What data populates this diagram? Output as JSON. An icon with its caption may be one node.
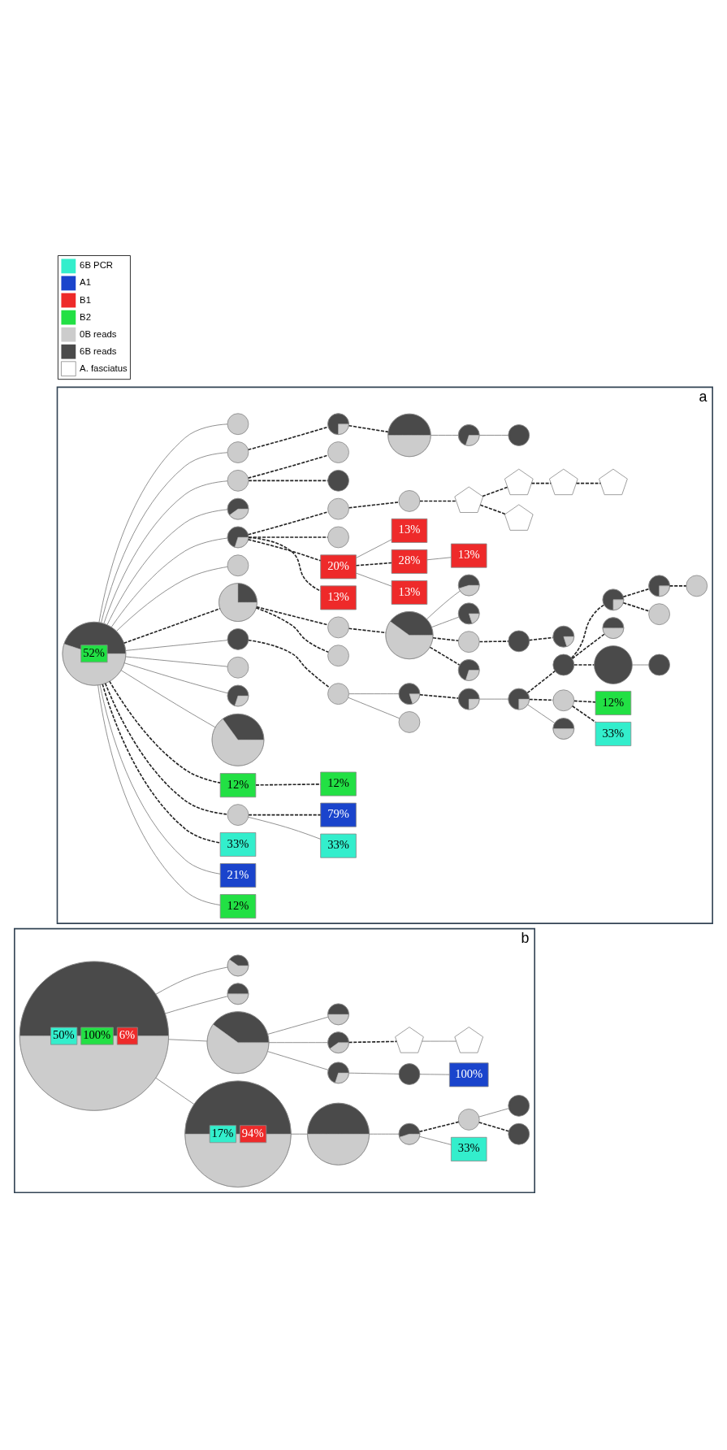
{
  "diagram": {
    "nodes": [
      {
        "text": [
          "a"
        ]
      },
      {
        "text": [
          "b"
        ]
      },
      {
        "text": [],
        "shape": "circle",
        "in": 0
      },
      {
        "text": [
          "52%"
        ],
        "in": 2
      },
      {
        "text": [
          "12%"
        ],
        "in": 0
      },
      {
        "text": [
          "21%"
        ],
        "in": 0
      },
      {
        "text": [
          "33%"
        ],
        "in": 0
      },
      {
        "text": [],
        "shape": "circle",
        "in": 0
      },
      {
        "text": [
          "33%"
        ],
        "in": 0
      },
      {
        "text": [
          "79%"
        ],
        "in": 0
      },
      {
        "text": [
          "12%"
        ],
        "in": 0
      },
      {
        "text": [
          "12%"
        ],
        "in": 0
      },
      {
        "text": [],
        "shape": "circle",
        "in": 0
      },
      {
        "text": [],
        "shape": "circle",
        "in": 0
      },
      {
        "text": [],
        "shape": "circle",
        "in": 0
      },
      {
        "text": [],
        "shape": "circle",
        "in": 0
      },
      {
        "text": [],
        "shape": "circle",
        "in": 0
      },
      {
        "text": [],
        "shape": "circle",
        "in": 0
      },
      {
        "text": [],
        "shape": "circle",
        "in": 0
      },
      {
        "text": [],
        "shape": "circle",
        "in": 0
      },
      {
        "text": [],
        "shape": "circle",
        "in": 0
      },
      {
        "text": [],
        "shape": "circle",
        "in": 0
      },
      {
        "text": [],
        "shape": "circle",
        "in": 0
      },
      {
        "text": [
          "33%"
        ],
        "in": 0
      },
      {
        "text": [
          "12%"
        ],
        "in": 0
      },
      {
        "text": [],
        "shape": "circle",
        "in": 0
      },
      {
        "text": [],
        "shape": "circle",
        "in": 0
      },
      {
        "text": [],
        "shape": "circle",
        "in": 0
      },
      {
        "text": [],
        "shape": "circle",
        "in": 0
      },
      {
        "text": [],
        "shape": "circle",
        "in": 0
      },
      {
        "text": [],
        "shape": "circle",
        "in": 0
      },
      {
        "text": [],
        "shape": "circle",
        "in": 0
      },
      {
        "text": [],
        "shape": "circle",
        "in": 0
      },
      {
        "text": [],
        "shape": "circle",
        "in": 0
      },
      {
        "text": [],
        "shape": "circle",
        "in": 0
      },
      {
        "text": [],
        "shape": "circle",
        "in": 0
      },
      {
        "text": [],
        "shape": "circle",
        "in": 0
      },
      {
        "text": [],
        "shape": "circle",
        "in": 0
      },
      {
        "text": [],
        "shape": "circle",
        "in": 0
      },
      {
        "text": [],
        "shape": "circle",
        "in": 0
      },
      {
        "text": [],
        "shape": "circle",
        "in": 0
      },
      {
        "text": [],
        "shape": "circle",
        "in": 0
      },
      {
        "text": [],
        "shape": "circle",
        "in": 0
      },
      {
        "text": [],
        "shape": "circle",
        "in": 0
      },
      {
        "text": [],
        "shape": "circle",
        "in": 0
      },
      {
        "text": [
          "13%"
        ],
        "in": 0
      },
      {
        "text": [
          "20%"
        ],
        "in": 0
      },
      {
        "text": [
          "13%"
        ],
        "in": 0
      },
      {
        "text": [
          "28%"
        ],
        "in": 0
      },
      {
        "text": [
          "13%"
        ],
        "in": 0
      },
      {
        "text": [
          "13%"
        ],
        "in": 0
      },
      {
        "text": [],
        "shape": "circle",
        "in": 0
      },
      {
        "text": [],
        "shape": "circle",
        "in": 0
      },
      {
        "text": [],
        "shape": "circle",
        "in": 0
      },
      {
        "text": [],
        "shape": "pentagon",
        "in": 0
      },
      {
        "text": [],
        "shape": "pentagon",
        "in": 0
      },
      {
        "text": [],
        "shape": "pentagon",
        "in": 0
      },
      {
        "text": [],
        "shape": "pentagon",
        "in": 0
      },
      {
        "text": [],
        "shape": "pentagon",
        "in": 0
      },
      {
        "text": [],
        "shape": "circle",
        "in": 0
      },
      {
        "text": [],
        "shape": "circle",
        "in": 0
      },
      {
        "text": [],
        "shape": "circle",
        "in": 0
      },
      {
        "text": [],
        "shape": "circle",
        "in": 0
      },
      {
        "text": [],
        "shape": "circle",
        "in": 0
      },
      {
        "text": [],
        "shape": "circle",
        "in": 0
      },
      {
        "text": [],
        "shape": "circle",
        "in": 0
      },
      {
        "text": [],
        "shape": "circle",
        "in": 0
      },
      {
        "text": [],
        "shape": "circle",
        "in": 0
      },
      {
        "text": [],
        "shape": "circle",
        "in": 0
      },
      {
        "text": [],
        "shape": "circle",
        "in": 1
      },
      {
        "text": [
          "50%"
        ],
        "in": 69
      },
      {
        "text": [
          "100%"
        ],
        "in": 69
      },
      {
        "text": [
          "6%"
        ],
        "in": 69
      },
      {
        "text": [],
        "shape": "circle",
        "in": 1
      },
      {
        "text": [
          "17%"
        ],
        "in": 73
      },
      {
        "text": [
          "94%"
        ],
        "in": 73
      },
      {
        "text": [],
        "shape": "circle",
        "in": 1
      },
      {
        "text": [],
        "shape": "circle",
        "in": 1
      },
      {
        "text": [
          "100%"
        ],
        "in": 1
      },
      {
        "text": [],
        "shape": "circle",
        "in": 1
      },
      {
        "text": [],
        "shape": "circle",
        "in": 1
      },
      {
        "text": [],
        "shape": "pentagon",
        "in": 1
      },
      {
        "text": [],
        "shape": "pentagon",
        "in": 1
      },
      {
        "text": [],
        "shape": "circle",
        "in": 1
      },
      {
        "text": [],
        "shape": "circle",
        "in": 1
      },
      {
        "text": [
          "33%"
        ],
        "in": 1
      },
      {
        "text": [],
        "shape": "circle",
        "in": 1
      },
      {
        "text": [],
        "shape": "circle",
        "in": 1
      },
      {
        "text": [],
        "shape": "circle",
        "in": 1
      },
      {
        "text": [],
        "shape": "circle",
        "in": 1
      },
      {
        "text": [],
        "shape": "circle",
        "in": 1
      },
      {
        "text": [],
        "shape": "circle",
        "in": 1
      }
    ],
    "edges": [
      {
        "from": 2,
        "to": 4,
        "arrow": "none"
      },
      {
        "from": 2,
        "to": 5,
        "arrow": "none"
      },
      {
        "from": 2,
        "to": 6,
        "arrow": "none",
        "style": "dashed"
      },
      {
        "from": 2,
        "to": 7,
        "arrow": "none",
        "style": "dashed"
      },
      {
        "from": 7,
        "to": 8,
        "arrow": "none"
      },
      {
        "from": 7,
        "to": 9,
        "arrow": "none",
        "style": "dashed"
      },
      {
        "from": 2,
        "to": 10,
        "arrow": "none",
        "style": "dashed"
      },
      {
        "from": 10,
        "to": 11,
        "arrow": "none",
        "style": "dashed"
      },
      {
        "from": 2,
        "to": 12,
        "arrow": "none"
      },
      {
        "from": 2,
        "to": 13,
        "arrow": "none"
      },
      {
        "from": 2,
        "to": 14,
        "arrow": "none"
      },
      {
        "from": 2,
        "to": 15,
        "arrow": "none"
      },
      {
        "from": 15,
        "to": 16,
        "arrow": "none",
        "style": "dashed"
      },
      {
        "from": 16,
        "to": 17,
        "arrow": "none"
      },
      {
        "from": 16,
        "to": 18,
        "arrow": "none"
      },
      {
        "from": 18,
        "to": 19,
        "arrow": "none",
        "style": "dashed"
      },
      {
        "from": 19,
        "to": 20,
        "arrow": "none"
      },
      {
        "from": 20,
        "to": 21,
        "arrow": "none"
      },
      {
        "from": 20,
        "to": 22,
        "arrow": "none",
        "style": "dashed"
      },
      {
        "from": 22,
        "to": 23,
        "arrow": "none",
        "style": "dashed"
      },
      {
        "from": 22,
        "to": 24,
        "arrow": "none",
        "style": "dashed"
      },
      {
        "from": 20,
        "to": 25,
        "arrow": "none",
        "style": "dashed"
      },
      {
        "from": 25,
        "to": 26,
        "arrow": "none",
        "style": "dashed"
      },
      {
        "from": 26,
        "to": 27,
        "arrow": "none"
      },
      {
        "from": 25,
        "to": 28,
        "arrow": "none",
        "style": "dashed"
      },
      {
        "from": 25,
        "to": 29,
        "arrow": "none",
        "style": "dashed"
      },
      {
        "from": 29,
        "to": 30,
        "arrow": "none",
        "style": "dashed"
      },
      {
        "from": 29,
        "to": 31,
        "arrow": "none",
        "style": "dashed"
      },
      {
        "from": 31,
        "to": 32,
        "arrow": "none",
        "style": "dashed"
      },
      {
        "from": 2,
        "to": 33,
        "arrow": "none",
        "style": "dashed"
      },
      {
        "from": 33,
        "to": 34,
        "arrow": "none",
        "style": "dashed"
      },
      {
        "from": 2,
        "to": 35,
        "arrow": "none"
      },
      {
        "from": 33,
        "to": 36,
        "arrow": "none",
        "style": "dashed"
      },
      {
        "from": 36,
        "to": 37,
        "arrow": "none",
        "style": "dashed"
      },
      {
        "from": 37,
        "to": 38,
        "arrow": "none",
        "style": "dashed"
      },
      {
        "from": 37,
        "to": 39,
        "arrow": "none",
        "style": "dashed"
      },
      {
        "from": 39,
        "to": 40,
        "arrow": "none",
        "style": "dashed"
      },
      {
        "from": 40,
        "to": 41,
        "arrow": "none",
        "style": "dashed"
      },
      {
        "from": 37,
        "to": 42,
        "arrow": "none"
      },
      {
        "from": 37,
        "to": 43,
        "arrow": "none"
      },
      {
        "from": 2,
        "to": 44,
        "arrow": "none"
      },
      {
        "from": 44,
        "to": 45,
        "arrow": "none",
        "style": "dashed"
      },
      {
        "from": 44,
        "to": 46,
        "arrow": "none",
        "style": "dashed"
      },
      {
        "from": 46,
        "to": 47,
        "arrow": "none"
      },
      {
        "from": 46,
        "to": 48,
        "arrow": "none",
        "style": "dashed"
      },
      {
        "from": 48,
        "to": 49,
        "arrow": "none"
      },
      {
        "from": 46,
        "to": 50,
        "arrow": "none"
      },
      {
        "from": 44,
        "to": 51,
        "arrow": "none",
        "style": "dashed"
      },
      {
        "from": 44,
        "to": 52,
        "arrow": "none",
        "style": "dashed"
      },
      {
        "from": 52,
        "to": 53,
        "arrow": "none",
        "style": "dashed"
      },
      {
        "from": 53,
        "to": 54,
        "arrow": "none",
        "style": "dashed"
      },
      {
        "from": 54,
        "to": 55,
        "arrow": "none",
        "style": "dashed"
      },
      {
        "from": 54,
        "to": 56,
        "arrow": "none",
        "style": "dashed"
      },
      {
        "from": 56,
        "to": 57,
        "arrow": "none",
        "style": "dashed"
      },
      {
        "from": 57,
        "to": 58,
        "arrow": "none",
        "style": "dashed"
      },
      {
        "from": 2,
        "to": 59,
        "arrow": "none"
      },
      {
        "from": 2,
        "to": 60,
        "arrow": "none"
      },
      {
        "from": 60,
        "to": 61,
        "arrow": "none",
        "style": "dashed"
      },
      {
        "from": 60,
        "to": 62,
        "arrow": "none",
        "style": "dashed"
      },
      {
        "from": 2,
        "to": 63,
        "arrow": "none"
      },
      {
        "from": 63,
        "to": 64,
        "arrow": "none",
        "style": "dashed"
      },
      {
        "from": 64,
        "to": 65,
        "arrow": "none",
        "style": "dashed"
      },
      {
        "from": 65,
        "to": 66,
        "arrow": "none"
      },
      {
        "from": 66,
        "to": 67,
        "arrow": "none"
      },
      {
        "from": 2,
        "to": 68,
        "arrow": "none"
      },
      {
        "from": 69,
        "to": 73,
        "arrow": "none"
      },
      {
        "from": 73,
        "to": 76,
        "arrow": "none"
      },
      {
        "from": 69,
        "to": 77,
        "arrow": "none"
      },
      {
        "from": 77,
        "to": 79,
        "arrow": "none"
      },
      {
        "from": 79,
        "to": 80,
        "arrow": "none"
      },
      {
        "from": 80,
        "to": 78,
        "arrow": "none"
      },
      {
        "from": 77,
        "to": 83,
        "arrow": "none"
      },
      {
        "from": 83,
        "to": 81,
        "arrow": "none",
        "style": "dashed"
      },
      {
        "from": 81,
        "to": 82,
        "arrow": "none"
      },
      {
        "from": 76,
        "to": 84,
        "arrow": "none"
      },
      {
        "from": 84,
        "to": 85,
        "arrow": "none"
      },
      {
        "from": 84,
        "to": 86,
        "arrow": "none",
        "style": "dashed"
      },
      {
        "from": 86,
        "to": 87,
        "arrow": "none",
        "style": "dashed"
      },
      {
        "from": 86,
        "to": 88,
        "arrow": "none"
      },
      {
        "from": 69,
        "to": 89,
        "arrow": "none"
      },
      {
        "from": 69,
        "to": 90,
        "arrow": "none"
      },
      {
        "from": 77,
        "to": 91,
        "arrow": "none"
      }
    ],
    "legend": [
      {
        "text": "6B PCR",
        "color": "#33eecc"
      },
      {
        "text": "A1",
        "color": "#1a44cc"
      },
      {
        "text": "B1",
        "color": "#ee2a2a"
      },
      {
        "text": "B2",
        "color": "#22e044"
      },
      {
        "text": "0B reads",
        "color": "#cccccc"
      },
      {
        "text": "6B reads",
        "color": "#4a4a4a"
      },
      {
        "text": "A. fasciatus"
      }
    ]
  }
}
